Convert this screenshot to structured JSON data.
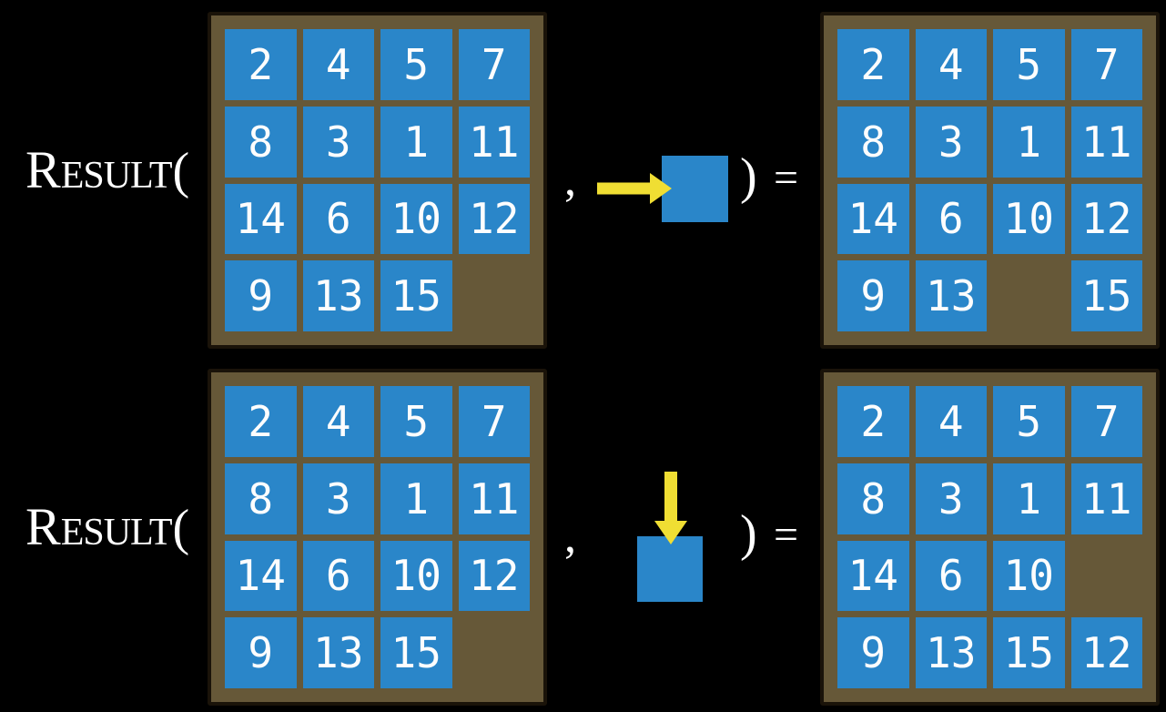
{
  "labels": {
    "result_big": "R",
    "result_small": "ESULT",
    "open_paren": "(",
    "comma": ",",
    "close_paren": ")",
    "equals": "="
  },
  "colors": {
    "background": "#000000",
    "board_frame": "#665838",
    "board_border": "#1a1309",
    "tile_blue": "#2a86c9",
    "tile_number": "#fdfdfd",
    "arrow_yellow": "#f0de33",
    "label_text": "#ffffff"
  },
  "examples": [
    {
      "id": "slide-right",
      "action": {
        "direction": "right",
        "icon": "arrow-right-icon"
      },
      "input_grid": {
        "rows": [
          [
            "2",
            "4",
            "5",
            "7"
          ],
          [
            "8",
            "3",
            "1",
            "11"
          ],
          [
            "14",
            "6",
            "10",
            "12"
          ],
          [
            "9",
            "13",
            "15",
            null
          ]
        ]
      },
      "output_grid": {
        "rows": [
          [
            "2",
            "4",
            "5",
            "7"
          ],
          [
            "8",
            "3",
            "1",
            "11"
          ],
          [
            "14",
            "6",
            "10",
            "12"
          ],
          [
            "9",
            "13",
            null,
            "15"
          ]
        ]
      }
    },
    {
      "id": "slide-down",
      "action": {
        "direction": "down",
        "icon": "arrow-down-icon"
      },
      "input_grid": {
        "rows": [
          [
            "2",
            "4",
            "5",
            "7"
          ],
          [
            "8",
            "3",
            "1",
            "11"
          ],
          [
            "14",
            "6",
            "10",
            "12"
          ],
          [
            "9",
            "13",
            "15",
            null
          ]
        ]
      },
      "output_grid": {
        "rows": [
          [
            "2",
            "4",
            "5",
            "7"
          ],
          [
            "8",
            "3",
            "1",
            "11"
          ],
          [
            "14",
            "6",
            "10",
            null
          ],
          [
            "9",
            "13",
            "15",
            "12"
          ]
        ]
      }
    }
  ]
}
